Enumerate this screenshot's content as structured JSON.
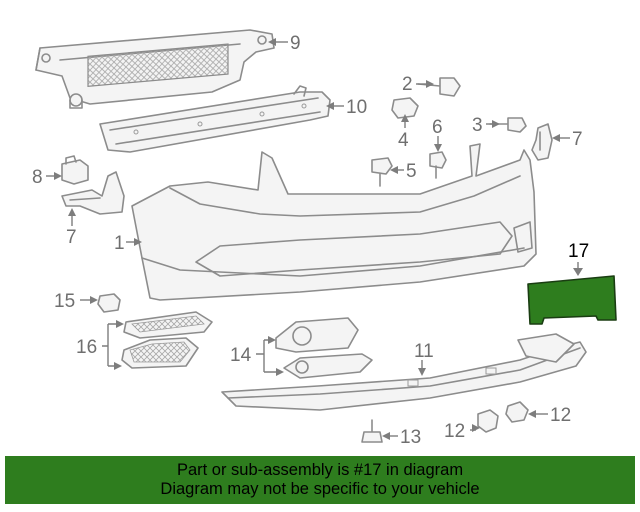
{
  "diagram": {
    "callouts": {
      "c1": "1",
      "c2": "2",
      "c3": "3",
      "c4": "4",
      "c5": "5",
      "c6": "6",
      "c7a": "7",
      "c7b": "7",
      "c8": "8",
      "c9": "9",
      "c10": "10",
      "c11": "11",
      "c12a": "12",
      "c12b": "12",
      "c13": "13",
      "c14": "14",
      "c15": "15",
      "c16": "16",
      "c17": "17"
    },
    "highlight_part": "17",
    "colors": {
      "highlight_fill": "#2e7d1e",
      "line_gray": "#8c8c8c",
      "banner_bg": "#2e7d1e"
    }
  },
  "banner": {
    "line1": "Part or sub-assembly is #17 in diagram",
    "line2": "Diagram may not be specific to your vehicle"
  }
}
